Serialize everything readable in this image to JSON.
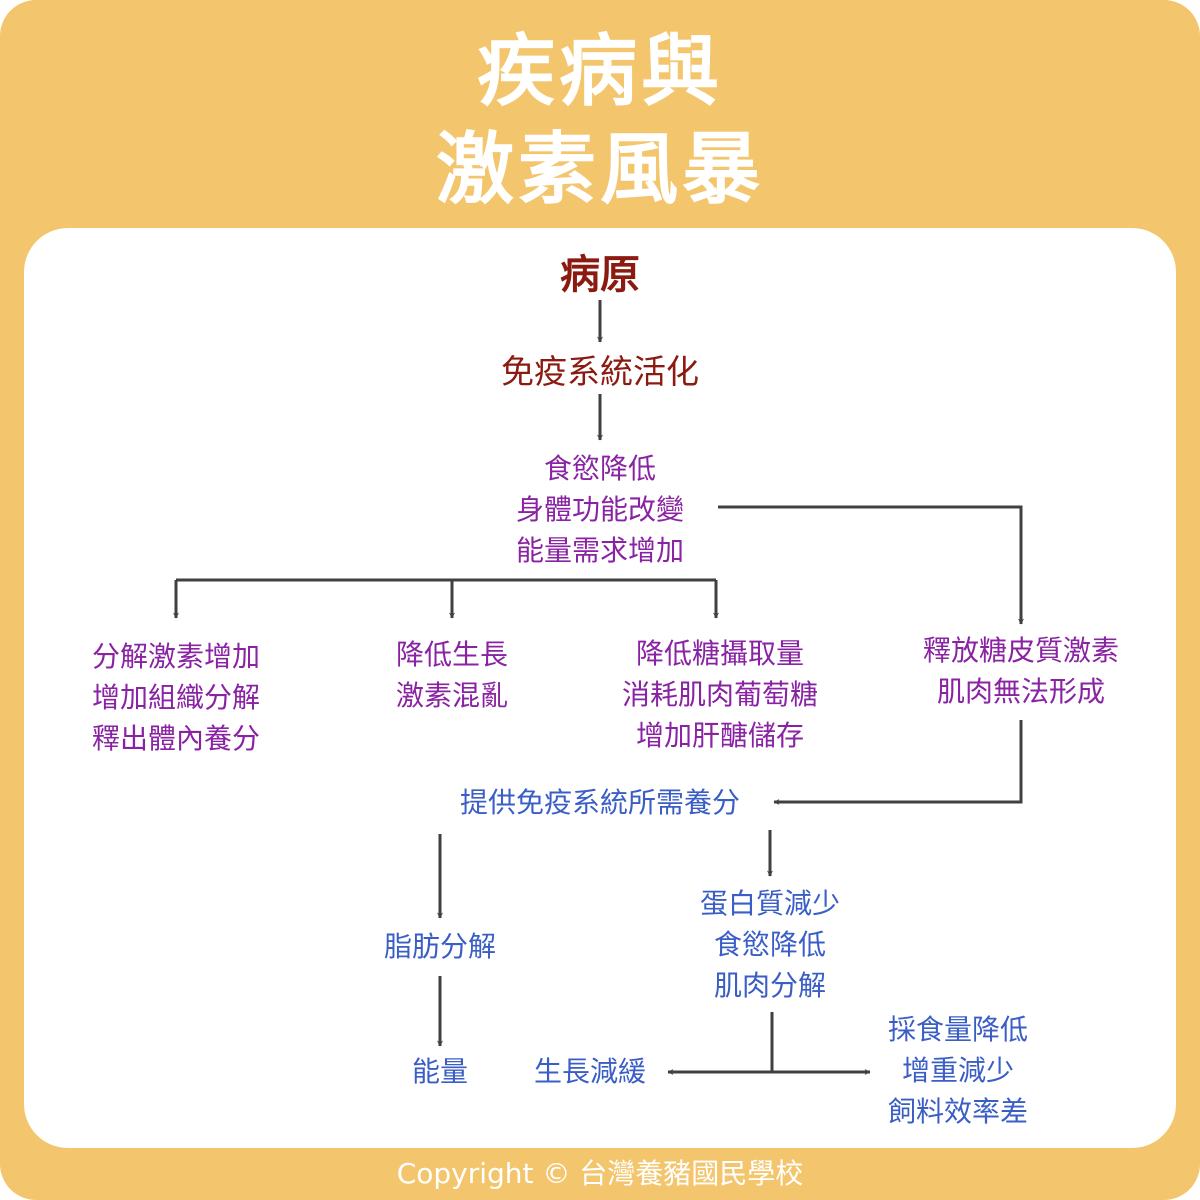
{
  "title": {
    "line1": "疾病與",
    "line2": "激素風暴"
  },
  "nodes": {
    "pathogen": "病原",
    "immune_activation": "免疫系統活化",
    "appetite_block": [
      "食慾降低",
      "身體功能改變",
      "能量需求增加"
    ],
    "catabolic": [
      "分解激素增加",
      "增加組織分解",
      "釋出體內養分"
    ],
    "growth_hormone": [
      "降低生長",
      "激素混亂"
    ],
    "glucose": [
      "降低糖攝取量",
      "消耗肌肉葡萄糖",
      "增加肝醣儲存"
    ],
    "cortisol": [
      "釋放糖皮質激素",
      "肌肉無法形成"
    ],
    "nutrients": "提供免疫系統所需養分",
    "fat": "脂肪分解",
    "energy": "能量",
    "protein": [
      "蛋白質減少",
      "食慾降低",
      "肌肉分解"
    ],
    "slow_growth": "生長減緩",
    "performance": [
      "採食量降低",
      "增重減少",
      "飼料效率差"
    ]
  },
  "footer": {
    "copyright": "Copyright © 台灣養豬國民學校"
  },
  "colors": {
    "background": "#f3c56c",
    "panel": "#ffffff",
    "dark_red": "#8b1a10",
    "purple": "#8a23a3",
    "blue": "#3a5ec6",
    "arrow": "#404040"
  }
}
